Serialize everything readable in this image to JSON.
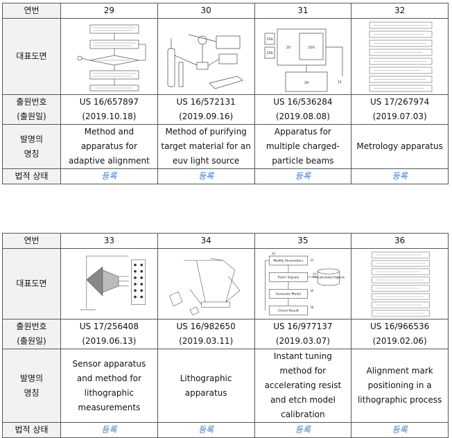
{
  "labels": {
    "number": "연번",
    "figure": "대표도면",
    "app_no": "출원번호",
    "app_date": "(출원일)",
    "title_1": "발명의",
    "title_2": "명칭",
    "status": "법적 상태"
  },
  "table1": [
    {
      "no": "29",
      "app": "US 16/657897",
      "date": "(2019.10.18)",
      "title": "Method and apparatus for adaptive alignment",
      "status": "등록"
    },
    {
      "no": "30",
      "app": "US 16/572131",
      "date": "(2019.09.16)",
      "title": "Method of purifying target material for an euv light source",
      "status": "등록"
    },
    {
      "no": "31",
      "app": "US 16/536284",
      "date": "(2019.08.08)",
      "title": "Apparatus for multiple charged-particle beams",
      "status": "등록"
    },
    {
      "no": "32",
      "app": "US 17/267974",
      "date": "(2019.07.03)",
      "title": "Metrology apparatus",
      "status": "등록"
    }
  ],
  "table2": [
    {
      "no": "33",
      "app": "US 17/256408",
      "date": "(2019.06.13)",
      "title": "Sensor apparatus and method for lithographic measurements",
      "status": "등록"
    },
    {
      "no": "34",
      "app": "US 16/982650",
      "date": "(2019.03.11)",
      "title": "Lithographic apparatus",
      "status": "등록"
    },
    {
      "no": "35",
      "app": "US 16/977137",
      "date": "(2019.03.07)",
      "title": "Instant tuning method for accelerating resist and etch model calibration",
      "status": "등록"
    },
    {
      "no": "36",
      "app": "US 16/966536",
      "date": "(2019.02.06)",
      "title": "Alignment mark positioning in a lithographic process",
      "status": "등록"
    }
  ],
  "figure_text": {
    "f31_boxes": [
      "10a",
      "10b",
      "20",
      "100",
      "29",
      "11"
    ],
    "f35_boxes": [
      "Modify Parameters",
      "Fetch Signals",
      "Generate Model",
      "Check Result"
    ],
    "f35_db": "Pre-calculated Signals",
    "f35_refs": [
      "30",
      "32",
      "34",
      "36",
      "38"
    ]
  }
}
